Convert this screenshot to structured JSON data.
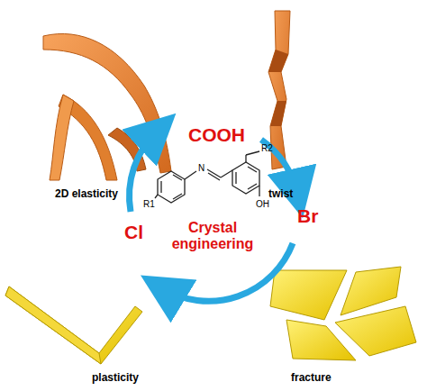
{
  "diagram": {
    "labels": [
      "2D elasticity",
      "twist",
      "COOH",
      "N",
      "R2",
      "R1",
      "OH",
      "Br",
      "Crystal engineering",
      "Cl",
      "plasticity",
      "fracture"
    ]
  }
}
